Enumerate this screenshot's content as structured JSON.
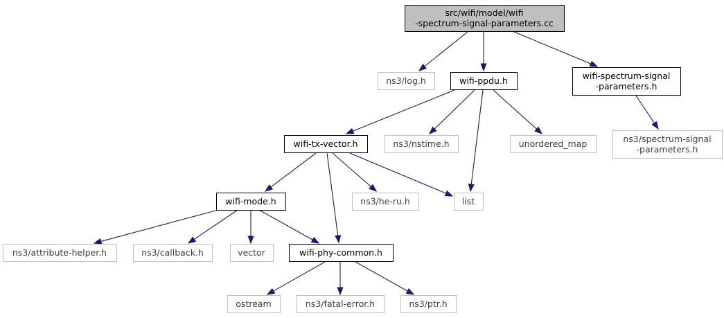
{
  "diagram": {
    "nodes": [
      {
        "id": "root",
        "kind": "root",
        "lines": [
          "src/wifi/model/wifi",
          "-spectrum-signal-parameters.cc"
        ]
      },
      {
        "id": "log",
        "kind": "external",
        "lines": [
          "ns3/log.h"
        ]
      },
      {
        "id": "ppdu",
        "kind": "local",
        "lines": [
          "wifi-ppdu.h"
        ]
      },
      {
        "id": "wssp",
        "kind": "local",
        "lines": [
          "wifi-spectrum-signal",
          "-parameters.h"
        ]
      },
      {
        "id": "txvec",
        "kind": "local",
        "lines": [
          "wifi-tx-vector.h"
        ]
      },
      {
        "id": "nstime",
        "kind": "external",
        "lines": [
          "ns3/nstime.h"
        ]
      },
      {
        "id": "umap",
        "kind": "external",
        "lines": [
          "unordered_map"
        ]
      },
      {
        "id": "ssp",
        "kind": "external",
        "lines": [
          "ns3/spectrum-signal",
          "-parameters.h"
        ]
      },
      {
        "id": "mode",
        "kind": "local",
        "lines": [
          "wifi-mode.h"
        ]
      },
      {
        "id": "heru",
        "kind": "external",
        "lines": [
          "ns3/he-ru.h"
        ]
      },
      {
        "id": "list",
        "kind": "external",
        "lines": [
          "list"
        ]
      },
      {
        "id": "attr",
        "kind": "external",
        "lines": [
          "ns3/attribute-helper.h"
        ]
      },
      {
        "id": "callback",
        "kind": "external",
        "lines": [
          "ns3/callback.h"
        ]
      },
      {
        "id": "vector",
        "kind": "external",
        "lines": [
          "vector"
        ]
      },
      {
        "id": "phycommon",
        "kind": "local",
        "lines": [
          "wifi-phy-common.h"
        ]
      },
      {
        "id": "ostream",
        "kind": "external",
        "lines": [
          "ostream"
        ]
      },
      {
        "id": "fatal",
        "kind": "external",
        "lines": [
          "ns3/fatal-error.h"
        ]
      },
      {
        "id": "ptr",
        "kind": "external",
        "lines": [
          "ns3/ptr.h"
        ]
      }
    ],
    "edges": [
      {
        "from": "root",
        "to": "log"
      },
      {
        "from": "root",
        "to": "ppdu"
      },
      {
        "from": "root",
        "to": "wssp"
      },
      {
        "from": "ppdu",
        "to": "txvec"
      },
      {
        "from": "ppdu",
        "to": "nstime"
      },
      {
        "from": "ppdu",
        "to": "umap"
      },
      {
        "from": "ppdu",
        "to": "list"
      },
      {
        "from": "wssp",
        "to": "ssp"
      },
      {
        "from": "txvec",
        "to": "mode"
      },
      {
        "from": "txvec",
        "to": "heru"
      },
      {
        "from": "txvec",
        "to": "list"
      },
      {
        "from": "txvec",
        "to": "phycommon"
      },
      {
        "from": "mode",
        "to": "attr"
      },
      {
        "from": "mode",
        "to": "callback"
      },
      {
        "from": "mode",
        "to": "vector"
      },
      {
        "from": "mode",
        "to": "phycommon"
      },
      {
        "from": "phycommon",
        "to": "ostream"
      },
      {
        "from": "phycommon",
        "to": "fatal"
      },
      {
        "from": "phycommon",
        "to": "ptr"
      }
    ],
    "colors": {
      "edge": "#191970",
      "root_fill": "#bfbfbf",
      "local_border": "#000000",
      "external_border": "#bfbfbf"
    }
  }
}
